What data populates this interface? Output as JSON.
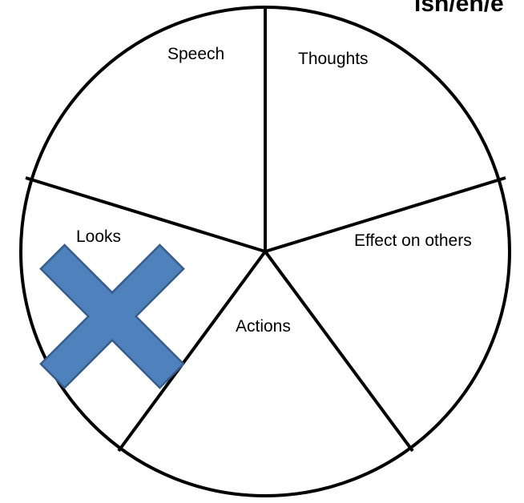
{
  "corner_text": "ish/eh/e",
  "segments": [
    {
      "id": "speech",
      "label": "Speech"
    },
    {
      "id": "thoughts",
      "label": "Thoughts"
    },
    {
      "id": "effect-on-others",
      "label": "Effect on others"
    },
    {
      "id": "actions",
      "label": "Actions"
    },
    {
      "id": "looks",
      "label": "Looks"
    }
  ],
  "cross_mark": {
    "on_segment": "looks",
    "icon": "cross-icon",
    "color": "#4f81bd",
    "border_color": "#385d8a"
  },
  "outline_color": "#000000"
}
